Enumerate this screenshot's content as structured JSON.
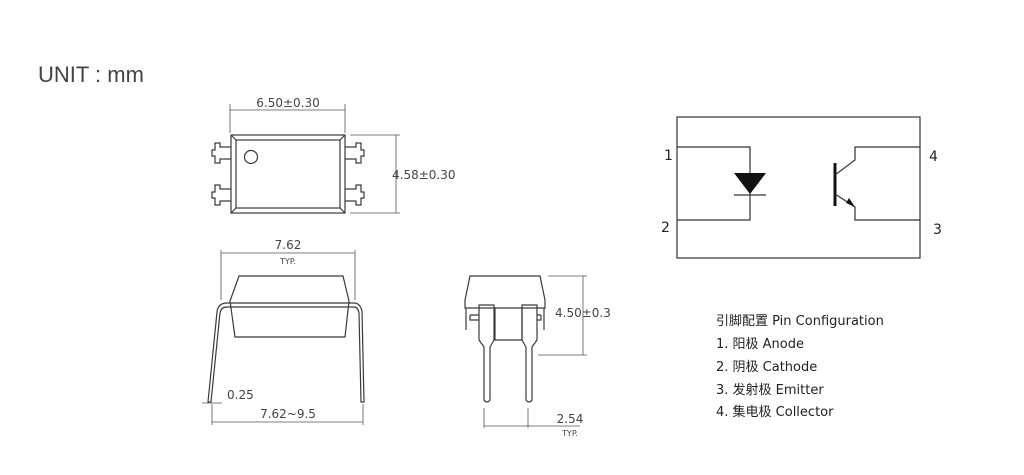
{
  "unit_label": "UNIT : mm",
  "top_view": {
    "width_dim": "6.50±0.30",
    "height_dim": "4.58±0.30"
  },
  "side_view": {
    "lead_span_dim": "7.62",
    "lead_span_note": "TYP.",
    "lead_thickness_dim": "0.25",
    "lead_spread_dim": "7.62~9.5"
  },
  "front_view": {
    "height_dim": "4.50±0.3",
    "pitch_dim": "2.54",
    "pitch_note": "TYP."
  },
  "schematic": {
    "pins": [
      "1",
      "2",
      "3",
      "4"
    ]
  },
  "pin_configuration": {
    "title": "引脚配置 Pin Configuration",
    "items": [
      "1. 阳极 Anode",
      "2. 阴极 Cathode",
      "3. 发射极 Emitter",
      "4. 集电极 Collector"
    ]
  }
}
